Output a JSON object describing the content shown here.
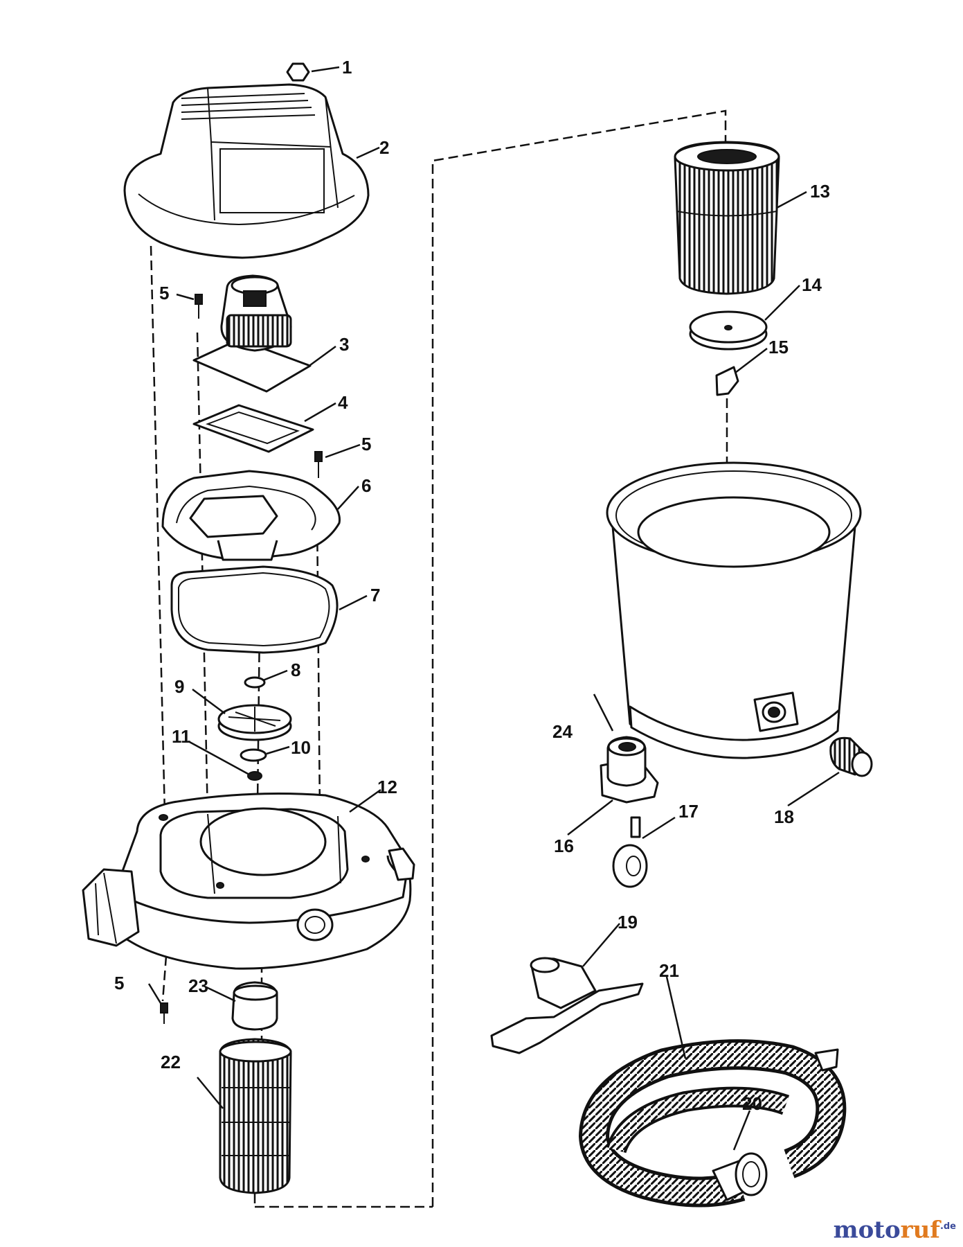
{
  "callouts": [
    {
      "id": "1",
      "text": "1"
    },
    {
      "id": "2",
      "text": "2"
    },
    {
      "id": "3",
      "text": "3"
    },
    {
      "id": "4",
      "text": "4"
    },
    {
      "id": "5a",
      "text": "5"
    },
    {
      "id": "5b",
      "text": "5"
    },
    {
      "id": "5c",
      "text": "5"
    },
    {
      "id": "6",
      "text": "6"
    },
    {
      "id": "7",
      "text": "7"
    },
    {
      "id": "8",
      "text": "8"
    },
    {
      "id": "9",
      "text": "9"
    },
    {
      "id": "10",
      "text": "10"
    },
    {
      "id": "11",
      "text": "11"
    },
    {
      "id": "12",
      "text": "12"
    },
    {
      "id": "13",
      "text": "13"
    },
    {
      "id": "14",
      "text": "14"
    },
    {
      "id": "15",
      "text": "15"
    },
    {
      "id": "16",
      "text": "16"
    },
    {
      "id": "17",
      "text": "17"
    },
    {
      "id": "18",
      "text": "18"
    },
    {
      "id": "19",
      "text": "19"
    },
    {
      "id": "20",
      "text": "20"
    },
    {
      "id": "21",
      "text": "21"
    },
    {
      "id": "22",
      "text": "22"
    },
    {
      "id": "23",
      "text": "23"
    },
    {
      "id": "24",
      "text": "24"
    }
  ],
  "watermark": {
    "name_blue": "moto",
    "name_orange": "ruf",
    "suffix": ".de"
  }
}
